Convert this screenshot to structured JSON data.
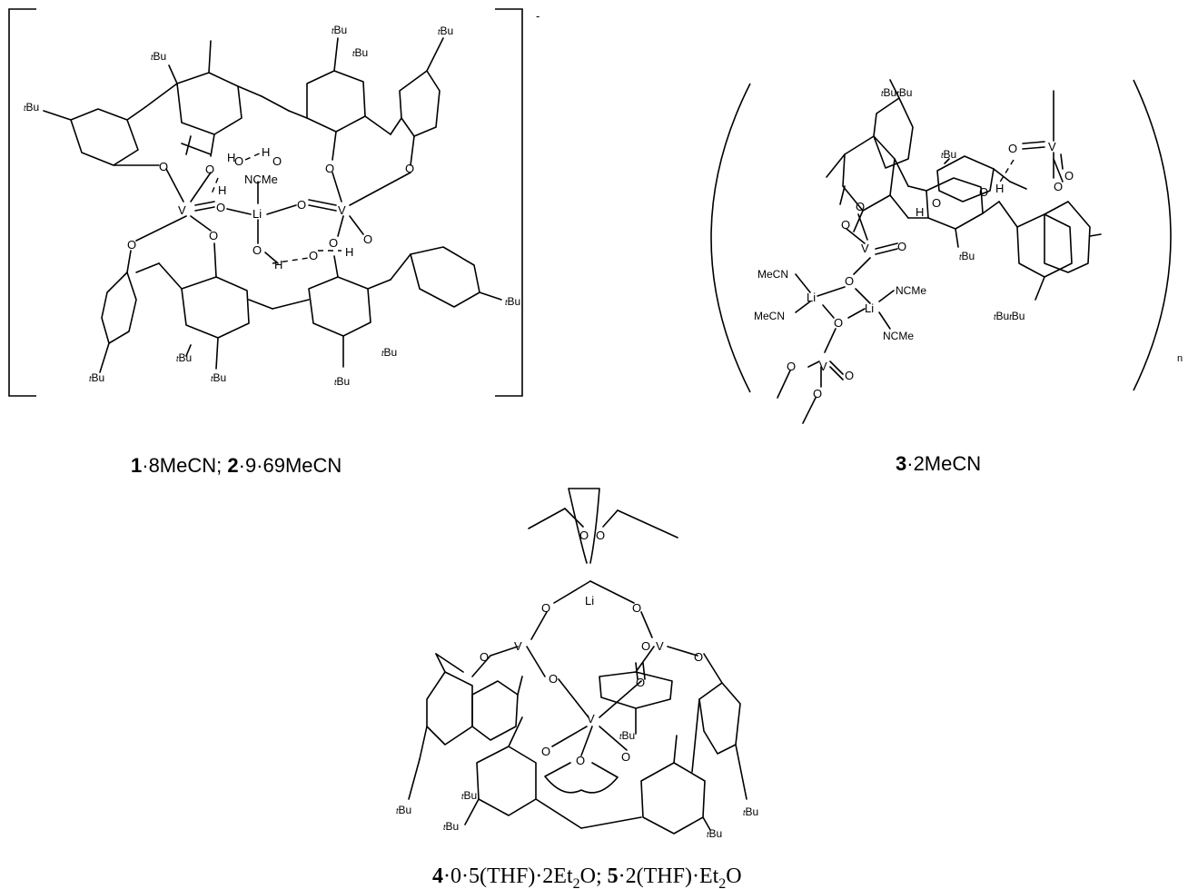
{
  "structure_1": {
    "charge": "-",
    "caption_a_num": "1",
    "caption_a_rest": "·8MeCN; ",
    "caption_b_num": "2",
    "caption_b_rest": "·9·69MeCN",
    "atoms": {
      "v": "V",
      "li": "Li",
      "o": "O",
      "h": "H",
      "ncme": "NCMe"
    },
    "tbu_sup": "t",
    "tbu_base": "Bu"
  },
  "structure_3": {
    "caption_num": "3",
    "caption_rest": "·2MeCN",
    "subscript": "n",
    "atoms": {
      "v": "V",
      "li": "Li",
      "o": "O",
      "h": "H",
      "mecn": "MeCN",
      "ncme": "NCMe"
    }
  },
  "structure_4": {
    "caption_num_4": "4",
    "caption_mid_4": "·0·5(THF)·2Et",
    "caption_sub_4": "2",
    "caption_end_4": "O; ",
    "caption_num_5": "5",
    "caption_mid_5": "·2(THF)·Et",
    "caption_sub_5": "2",
    "caption_end_5": "O",
    "atoms": {
      "v": "V",
      "li": "Li",
      "o": "O"
    }
  }
}
